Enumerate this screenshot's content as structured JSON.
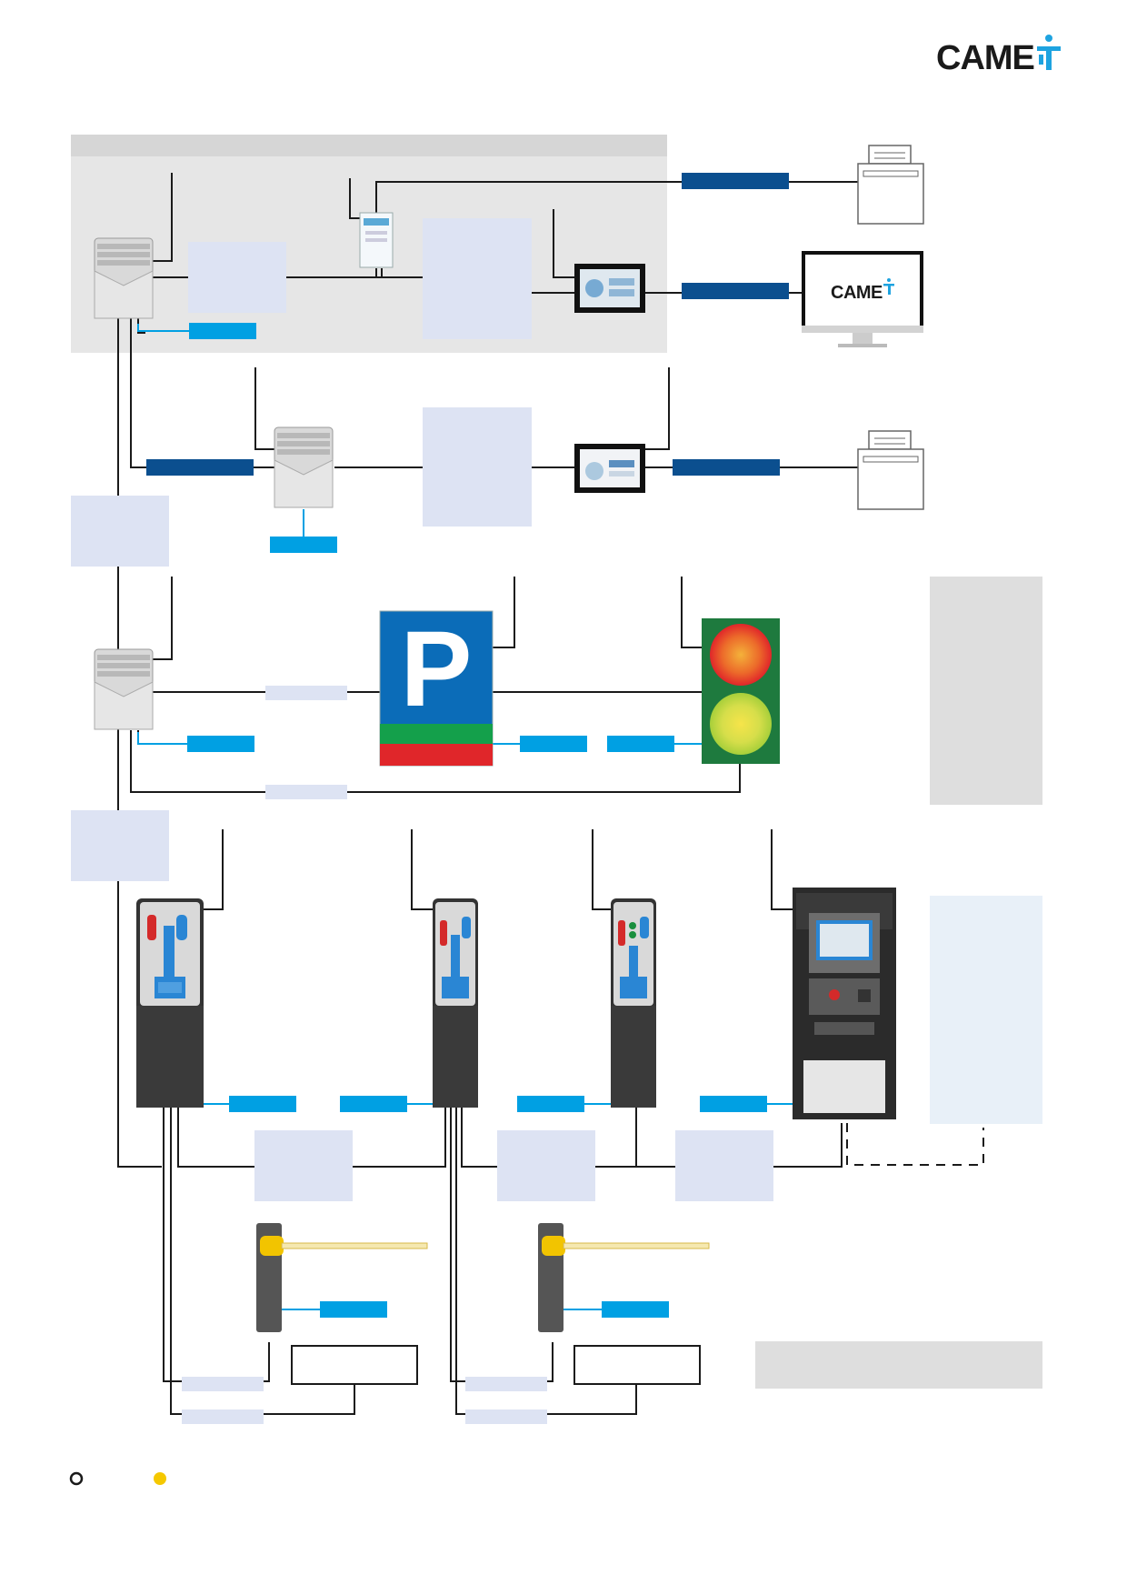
{
  "brand": {
    "name": "CAME",
    "monitor_label": "CAME",
    "accent_color": "#1ea3e0"
  },
  "colors": {
    "navy_bar": "#0b4f8f",
    "cyan_tag": "#00a0e3",
    "pale_box": "#dde3f3",
    "grey_panel": "#e6e6e6",
    "grey_header": "#d6d6d6",
    "sign_blue": "#0b6cb8",
    "sign_green": "#14a04b",
    "sign_red": "#e0262a",
    "traffic_body": "#1e7a3e"
  },
  "parking_sign": {
    "letter": "P"
  },
  "legend": {
    "open_marker": "open-circle",
    "filled_marker": "yellow-dot"
  }
}
